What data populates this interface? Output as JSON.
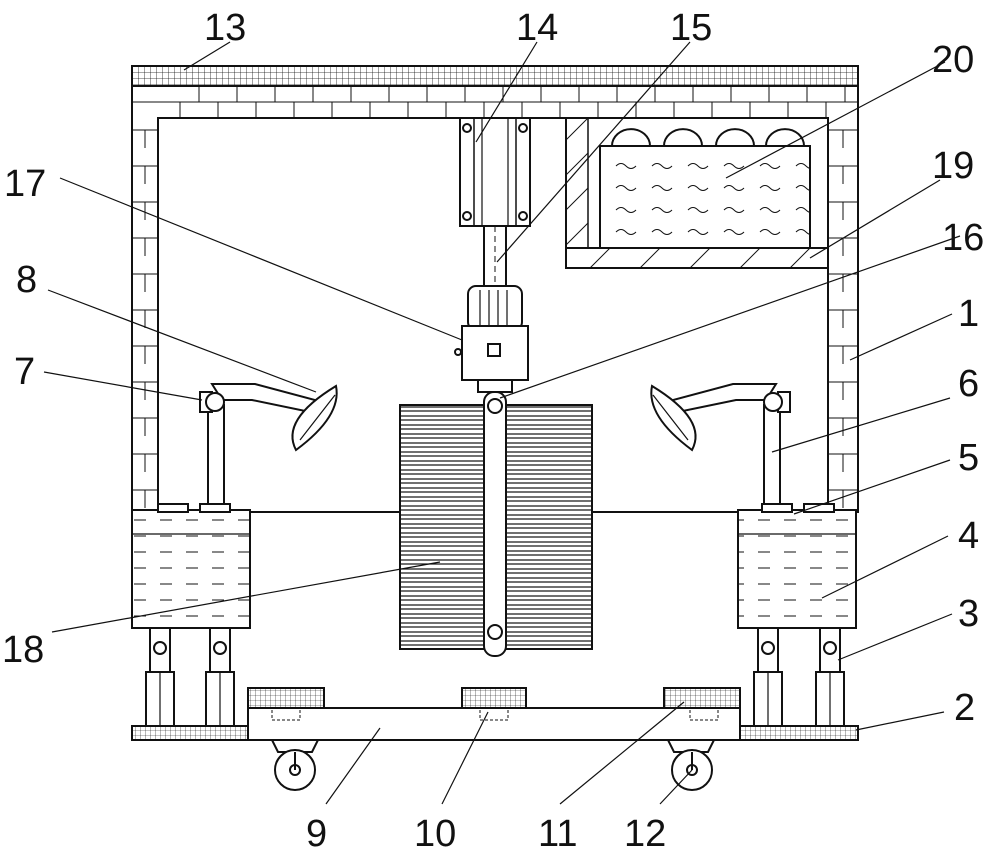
{
  "labels": {
    "l1": "1",
    "l2": "2",
    "l3": "3",
    "l4": "4",
    "l5": "5",
    "l6": "6",
    "l7": "7",
    "l8": "8",
    "l9": "9",
    "l10": "10",
    "l11": "11",
    "l12": "12",
    "l13": "13",
    "l14": "14",
    "l15": "15",
    "l16": "16",
    "l17": "17",
    "l18": "18",
    "l19": "19",
    "l20": "20"
  }
}
